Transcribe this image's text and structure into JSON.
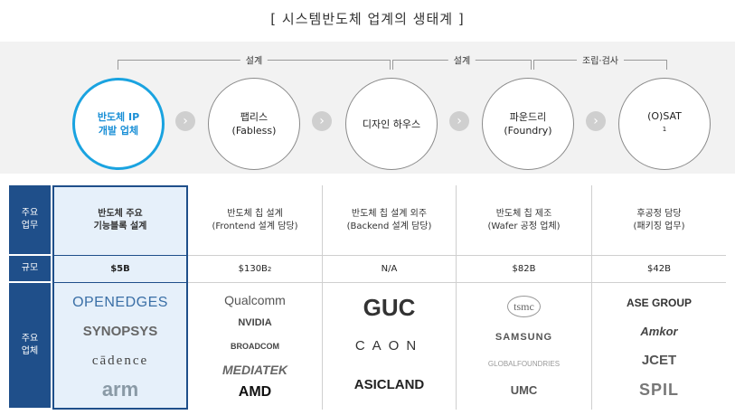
{
  "title": "[ 시스템반도체 업계의 생태계 ]",
  "flow": {
    "groups": [
      {
        "label": "설계"
      },
      {
        "label": "설계"
      },
      {
        "label": "조립·검사"
      }
    ],
    "stages": [
      {
        "line1": "반도체 IP",
        "line2": "개발 업체",
        "active": true
      },
      {
        "line1": "팹리스",
        "line2": "(Fabless)"
      },
      {
        "line1": "디자인 하우스",
        "line2": ""
      },
      {
        "line1": "파운드리",
        "line2": "(Foundry)"
      },
      {
        "line1": "(O)SAT",
        "sup": "1"
      }
    ],
    "arrow_glyph": "›"
  },
  "table": {
    "row_headers": [
      {
        "line1": "주요",
        "line2": "업무"
      },
      {
        "line1": "규모",
        "line2": ""
      },
      {
        "line1": "주요",
        "line2": "업체"
      }
    ],
    "duties": [
      {
        "line1": "반도체 주요",
        "line2": "기능블록 설계"
      },
      {
        "line1": "반도체 칩 설계",
        "line2": "(Frontend 설계 담당)"
      },
      {
        "line1": "반도체 칩 설계 외주",
        "line2": "(Backend 설계 담당)"
      },
      {
        "line1": "반도체 칩 제조",
        "line2": "(Wafer 공정 업체)"
      },
      {
        "line1": "후공정 담당",
        "line2": "(패키징 업무)"
      }
    ],
    "sizes": [
      {
        "value": "$5B"
      },
      {
        "value": "$130B",
        "sup": "2"
      },
      {
        "value": "N/A"
      },
      {
        "value": "$82B"
      },
      {
        "value": "$42B"
      }
    ],
    "companies": [
      [
        "OPENEDGES",
        "SYNOPSYS",
        "cādence",
        "arm"
      ],
      [
        "Qualcomm",
        "NVIDIA",
        "BROADCOM",
        "MEDIATEK",
        "AMD"
      ],
      [
        "GUC",
        "CAON",
        "ASICLAND"
      ],
      [
        "tsmc",
        "SAMSUNG",
        "GLOBALFOUNDRIES",
        "UMC"
      ],
      [
        "ASE GROUP",
        "Amkor",
        "JCET",
        "SPIL"
      ]
    ]
  },
  "colors": {
    "accent": "#1aa3e0",
    "header_navy": "#1f4f8a",
    "highlight_bg": "#e6f0fa"
  }
}
